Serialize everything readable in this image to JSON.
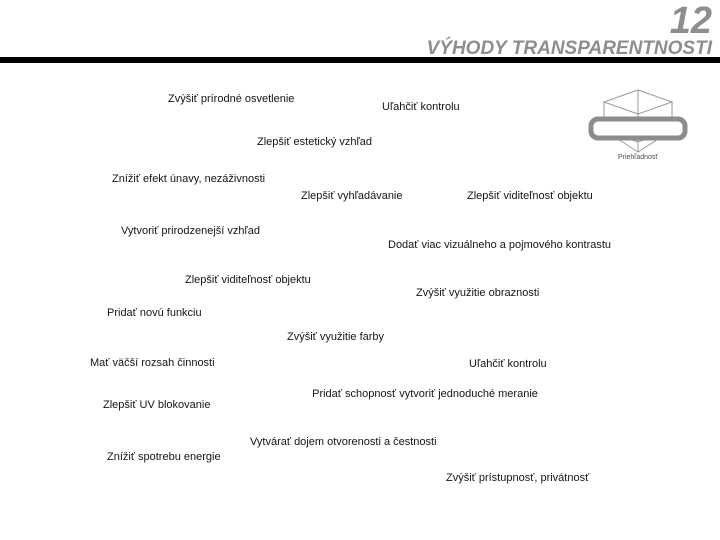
{
  "page": {
    "slide_number": "12",
    "title": "VÝHODY TRANSPARENTNOSTI"
  },
  "icon": {
    "name": "transparency-cube-icon",
    "caption": "Priehľadnosť"
  },
  "labels": [
    {
      "text": "Zvýšiť prírodné osvetlenie"
    },
    {
      "text": "Uľahčiť kontrolu"
    },
    {
      "text": "Zlepšiť estetický vzhľad"
    },
    {
      "text": "Znížiť efekt únavy, nezáživnosti"
    },
    {
      "text": "Zlepšiť vyhľadávanie"
    },
    {
      "text": "Zlepšiť viditeľnosť objektu"
    },
    {
      "text": "Vytvoriť prirodzenejší vzhľad"
    },
    {
      "text": "Dodať viac vizuálneho a pojmového kontrastu"
    },
    {
      "text": "Zlepšiť viditeľnosť objektu"
    },
    {
      "text": "Zvýšiť využitie obraznosti"
    },
    {
      "text": "Pridať novú funkciu"
    },
    {
      "text": "Zvýšiť využitie farby"
    },
    {
      "text": "Mať väčší rozsah činnosti"
    },
    {
      "text": "Uľahčiť kontrolu"
    },
    {
      "text": "Zlepšiť UV blokovanie"
    },
    {
      "text": "Pridať schopnosť vytvoriť jednoduché meranie"
    },
    {
      "text": "Vytvárať dojem otvorenosti a čestnosti"
    },
    {
      "text": "Znížiť spotrebu energie"
    },
    {
      "text": "Zvýšiť prístupnosť, privátnosť"
    }
  ],
  "colors": {
    "title_gray": "#8e8e8e",
    "rule_black": "#000000",
    "icon_line_gray": "#9a9a9a",
    "icon_band_gray": "#8c8c8c",
    "body_text": "#151515"
  }
}
